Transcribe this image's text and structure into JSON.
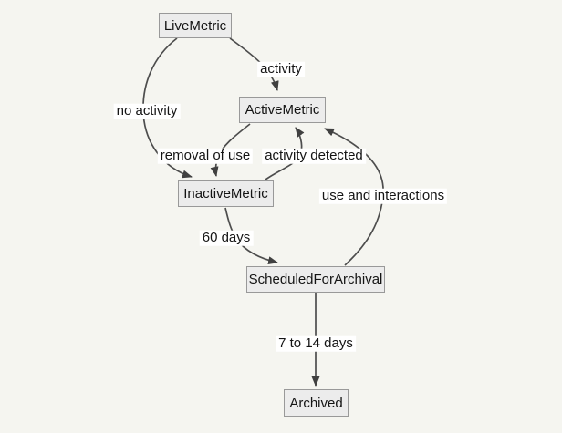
{
  "diagram": {
    "type": "state-diagram",
    "background_color": "#f5f5f0",
    "node_fill_color": "#ececec",
    "node_border_color": "#999999",
    "edge_color": "#4d4d4d",
    "label_background_color": "#ffffff",
    "nodes": [
      {
        "id": "live-metric",
        "label": "LiveMetric"
      },
      {
        "id": "active-metric",
        "label": "ActiveMetric"
      },
      {
        "id": "inactive-metric",
        "label": "InactiveMetric"
      },
      {
        "id": "scheduled-for-archival",
        "label": "ScheduledForArchival"
      },
      {
        "id": "archived",
        "label": "Archived"
      }
    ],
    "edges": [
      {
        "from": "LiveMetric",
        "to": "ActiveMetric",
        "label": "activity"
      },
      {
        "from": "LiveMetric",
        "to": "InactiveMetric",
        "label": "no activity"
      },
      {
        "from": "ActiveMetric",
        "to": "InactiveMetric",
        "label": "removal of use"
      },
      {
        "from": "InactiveMetric",
        "to": "ActiveMetric",
        "label": "activity detected"
      },
      {
        "from": "ScheduledForArchival",
        "to": "ActiveMetric",
        "label": "use and interactions"
      },
      {
        "from": "InactiveMetric",
        "to": "ScheduledForArchival",
        "label": "60 days"
      },
      {
        "from": "ScheduledForArchival",
        "to": "Archived",
        "label": "7 to 14 days"
      }
    ]
  }
}
